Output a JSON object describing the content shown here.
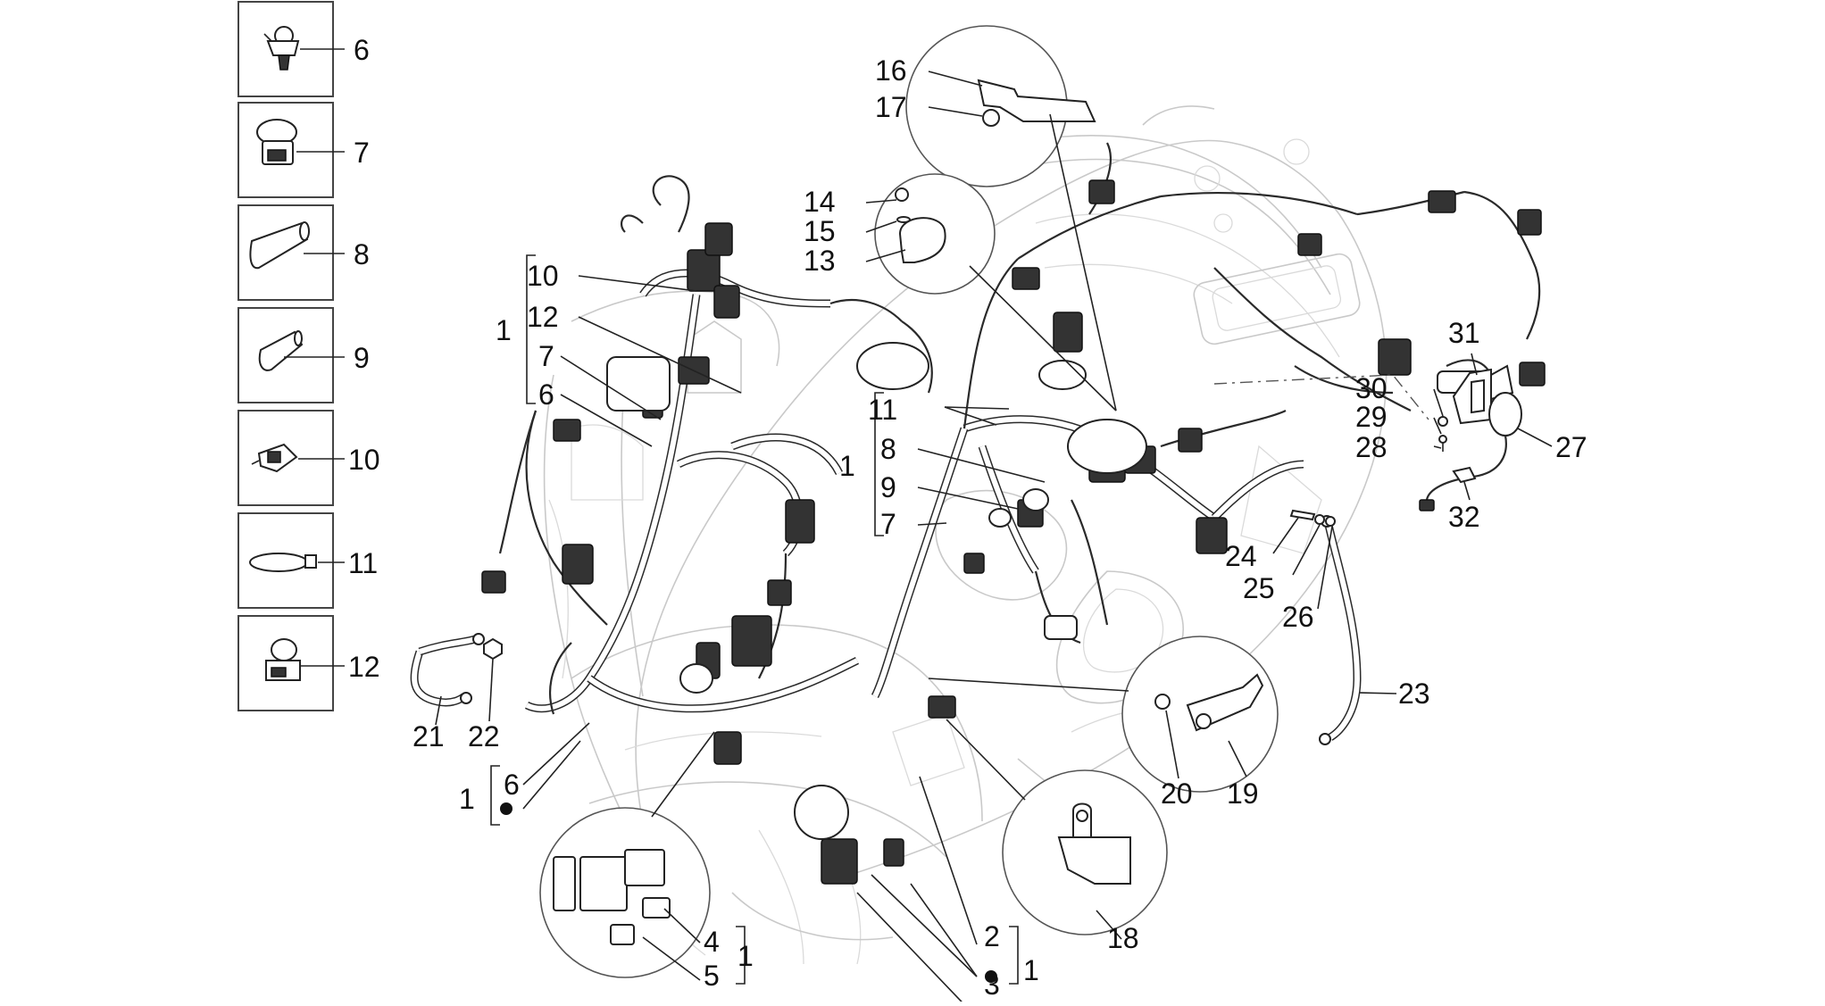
{
  "callouts": {
    "n1": "1",
    "n2": "2",
    "n3": "3",
    "n4": "4",
    "n5": "5",
    "n6": "6",
    "n7": "7",
    "n8": "8",
    "n9": "9",
    "n10": "10",
    "n11": "11",
    "n12": "12",
    "n13": "13",
    "n14": "14",
    "n15": "15",
    "n16": "16",
    "n17": "17",
    "n18": "18",
    "n19": "19",
    "n20": "20",
    "n21": "21",
    "n22": "22",
    "n23": "23",
    "n24": "24",
    "n25": "25",
    "n26": "26",
    "n27": "27",
    "n28": "28",
    "n29": "29",
    "n30": "30",
    "n31": "31",
    "n32": "32"
  },
  "legend_panel": {
    "items": [
      {
        "number": "6",
        "icon": "grommet-clip-icon"
      },
      {
        "number": "7",
        "icon": "cable-clamp-icon"
      },
      {
        "number": "8",
        "icon": "rubber-boot-icon"
      },
      {
        "number": "9",
        "icon": "terminal-cap-icon"
      },
      {
        "number": "10",
        "icon": "wire-clip-icon"
      },
      {
        "number": "11",
        "icon": "cable-tie-icon"
      },
      {
        "number": "12",
        "icon": "ring-clamp-icon"
      }
    ]
  },
  "bullet_symbol": "●"
}
